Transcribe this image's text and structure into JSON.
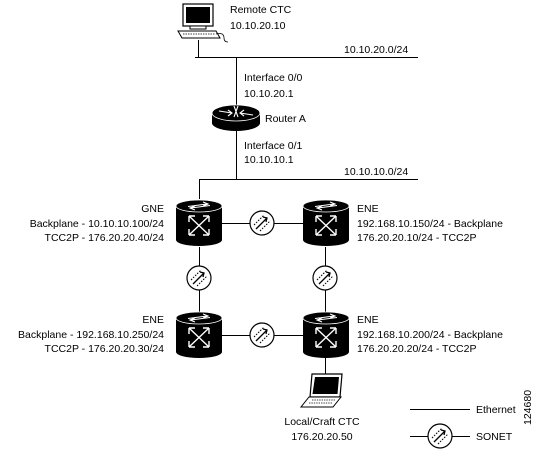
{
  "remote_ctc": {
    "label": "Remote CTC",
    "ip": "10.10.20.10",
    "icon": "desktop-computer-icon"
  },
  "networks": {
    "upper": "10.10.20.0/24",
    "lower": "10.10.10.0/24"
  },
  "router": {
    "name": "Router A",
    "icon": "router-icon",
    "if_upper_name": "Interface 0/0",
    "if_upper_ip": "10.10.20.1",
    "if_lower_name": "Interface 0/1",
    "if_lower_ip": "10.10.10.1"
  },
  "gne": {
    "title": "GNE",
    "backplane": "Backplane - 10.10.10.100/24",
    "tcc": "TCC2P - 176.20.20.40/24"
  },
  "ene_top_right": {
    "title": "ENE",
    "backplane": "192.168.10.150/24 - Backplane",
    "tcc": "176.20.20.10/24 - TCC2P"
  },
  "ene_bottom_left": {
    "title": "ENE",
    "backplane": "Backplane - 192.168.10.250/24",
    "tcc": "TCC2P - 176.20.20.30/24"
  },
  "ene_bottom_right": {
    "title": "ENE",
    "backplane": "192.168.10.200/24 - Backplane",
    "tcc": "176.20.20.20/24 - TCC2P"
  },
  "craft_ctc": {
    "label": "Local/Craft CTC",
    "ip": "176.20.20.50",
    "icon": "laptop-icon"
  },
  "legend": {
    "ethernet": "Ethernet",
    "sonet": "SONET"
  },
  "figure_id": "124680",
  "colors": {
    "stroke": "#000000",
    "device_fill": "#000000",
    "background": "#ffffff"
  }
}
